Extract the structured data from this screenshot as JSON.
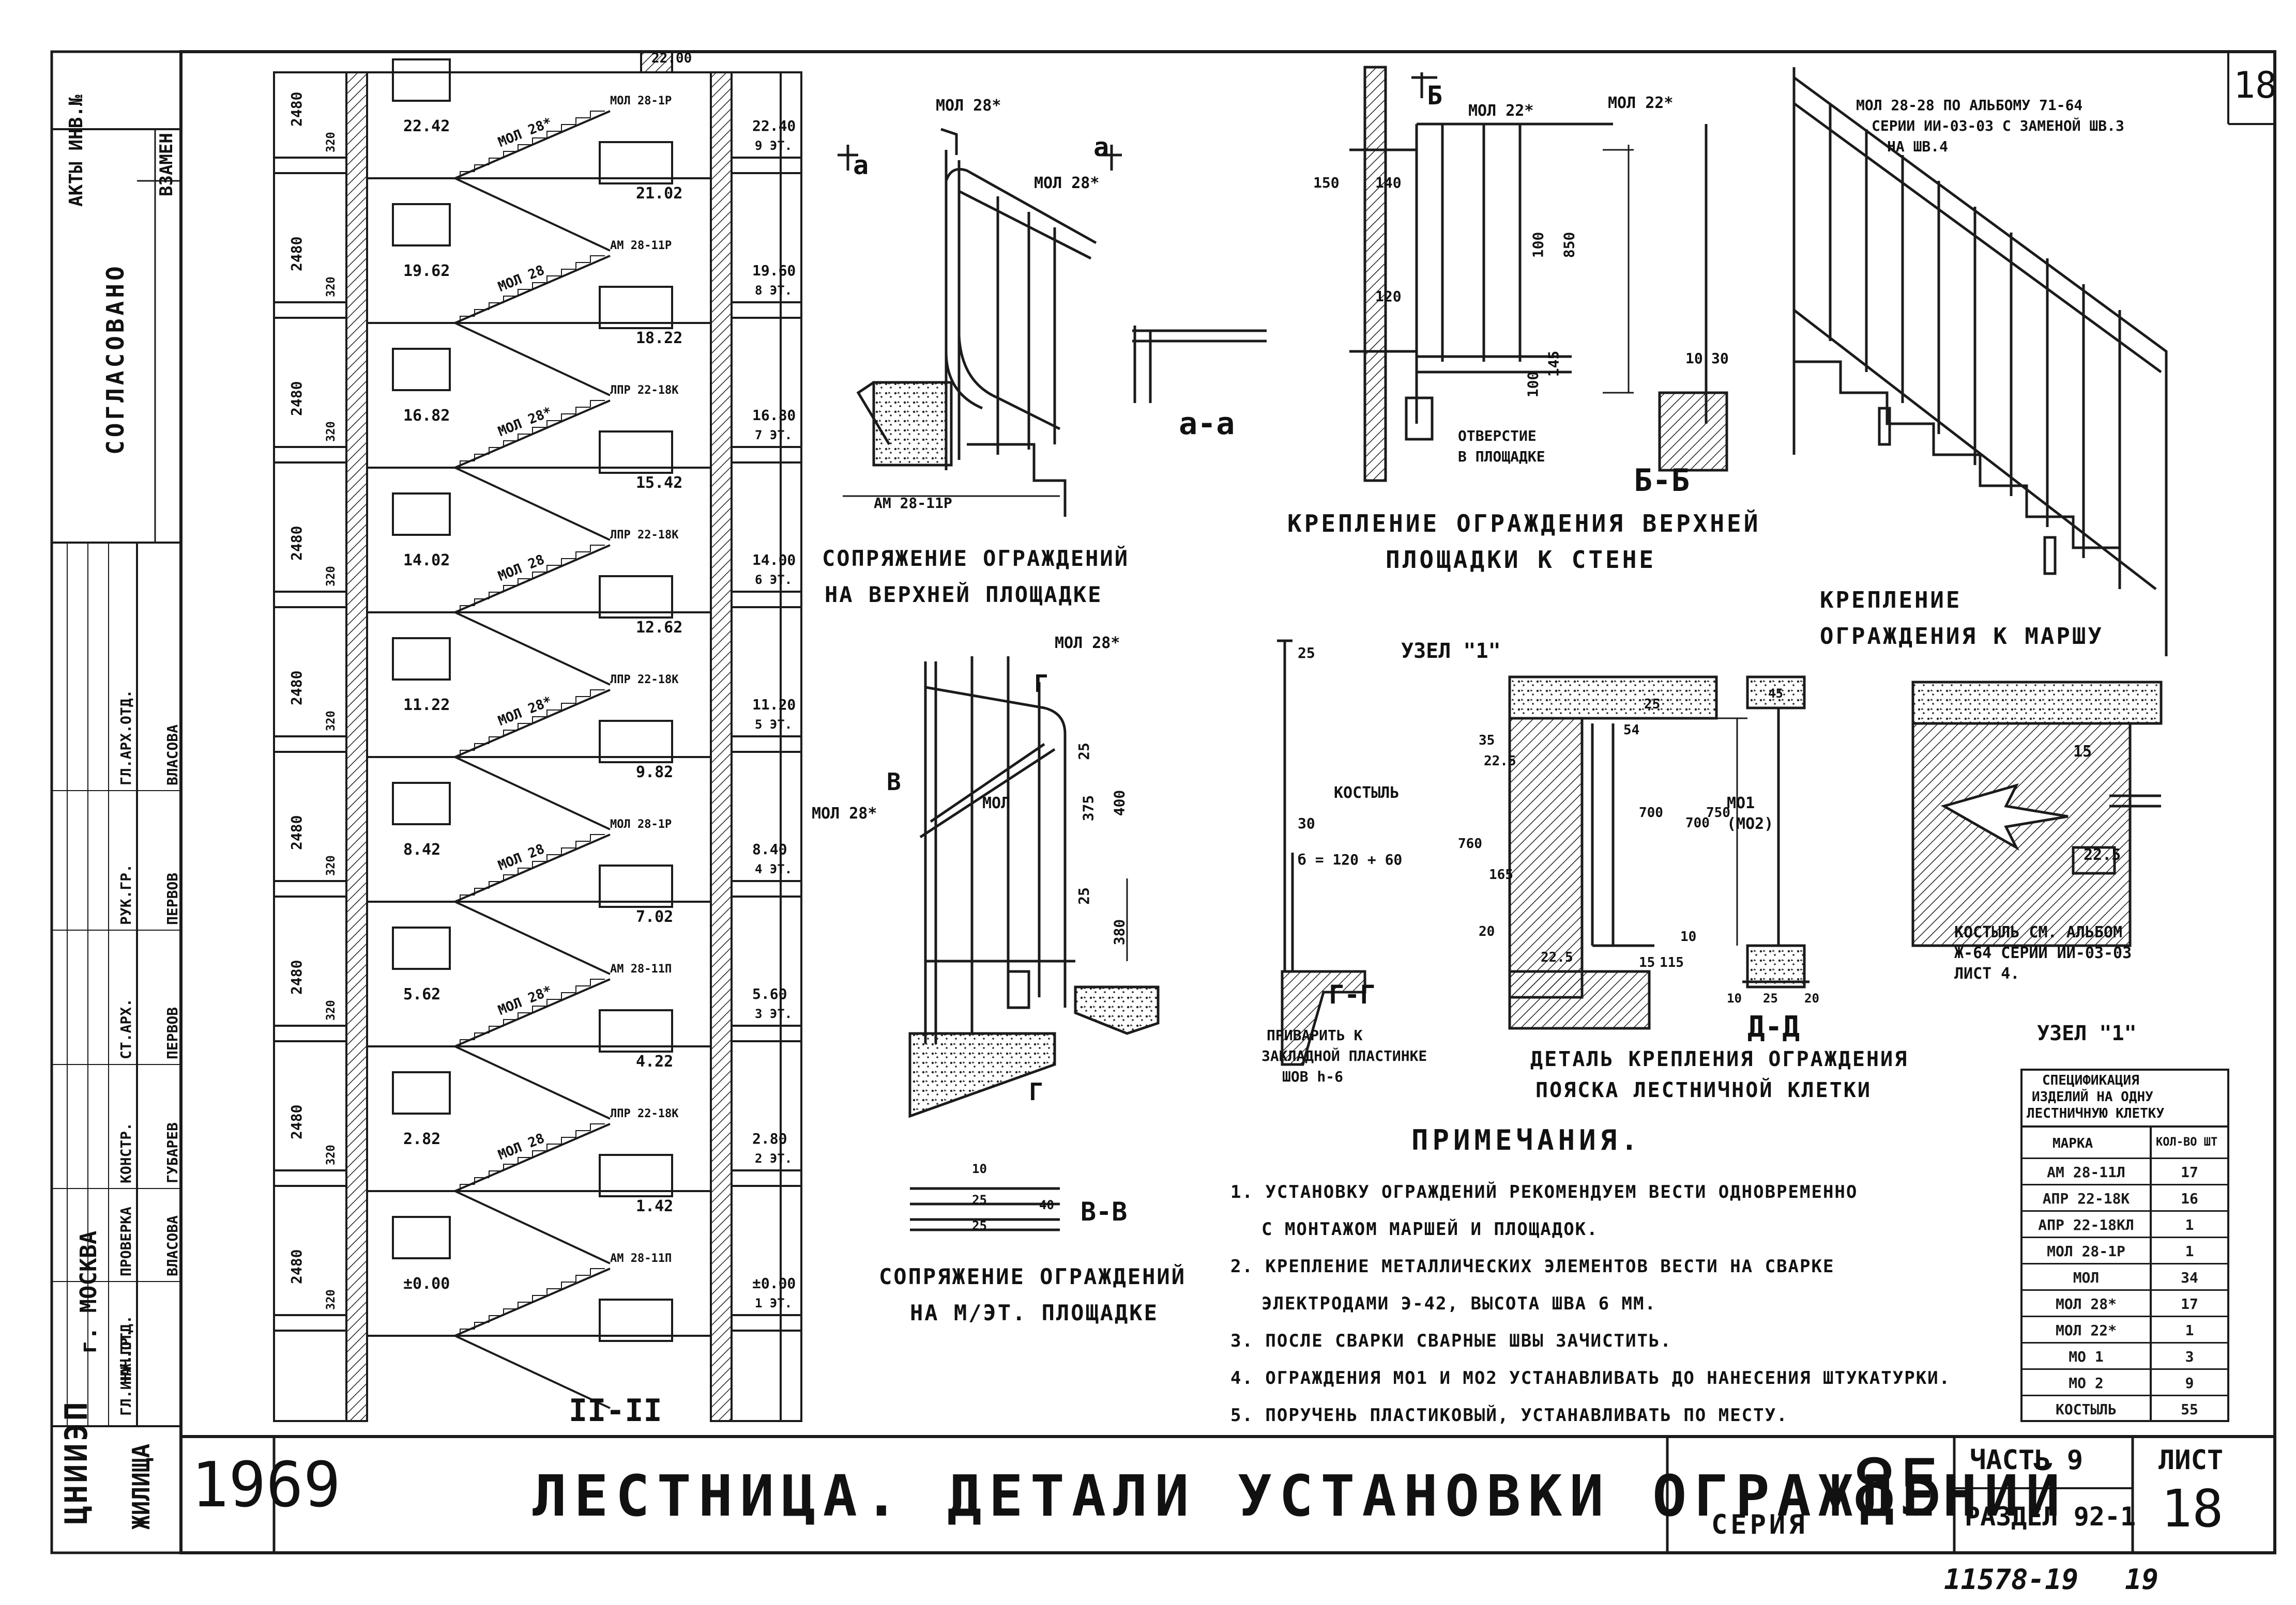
{
  "sheet": {
    "title": "ЛЕСТНИЦА. ДЕТАЛИ УСТАНОВКИ ОГРАЖДЕНИЙ",
    "year": "1969",
    "org": "ЦНИИЭП",
    "seria_label": "СЕРИЯ",
    "seria_value": "85",
    "part_label": "ЧАСТЬ 9",
    "section_label": "РАЗДЕЛ 92-1",
    "sheet_label": "ЛИСТ",
    "sheet_value": "18",
    "sheet_corner": "18",
    "archive_no": "11578-19",
    "archive_page": "19",
    "city": "г. МОСКВА",
    "org_sub": "ЖИЛИЩА"
  },
  "sidebar": {
    "acts": "АКТЫ ИНВ.№",
    "vzamen": "ВЗАМЕН",
    "soglasovano": "СОГЛАСОВАНО",
    "rows": [
      {
        "role": "ГЛ.АРХ.ОТД.",
        "name": "ВЛАСОВА"
      },
      {
        "role": "РУК.ГР.",
        "name": "ПЕРВОВ"
      },
      {
        "role": "СТ.АРХ.",
        "name": "ПЕРВОВ"
      },
      {
        "role": "КОНСТР.",
        "name": "ГУБАРЕВ"
      },
      {
        "role": "ПРОВЕРКА",
        "name": "ВЛАСОВА"
      },
      {
        "role": "НАЧ.ОТД.",
        "name": ""
      },
      {
        "role": "ГЛ.ИНЖ.ПР.",
        "name": ""
      }
    ]
  },
  "section_II": {
    "label": "II-II",
    "top_mark": "22.00",
    "floor_height": "2480",
    "slab": "320",
    "left_marks": [
      "22.42",
      "19.62",
      "16.82",
      "14.02",
      "11.22",
      "8.42",
      "5.62",
      "2.82",
      "±0.00"
    ],
    "mid_marks": [
      "21.02",
      "18.22",
      "15.42",
      "12.62",
      "9.82",
      "7.02",
      "4.22",
      "1.42"
    ],
    "right_marks": [
      "22.40",
      "19.60",
      "16.80",
      "14.00",
      "11.20",
      "8.40",
      "5.60",
      "2.80",
      "±0.00"
    ],
    "floor_labels": [
      "9 ЭТ.",
      "8 ЭТ.",
      "7 ЭТ.",
      "6 ЭТ.",
      "5 ЭТ.",
      "4 ЭТ.",
      "3 ЭТ.",
      "2 ЭТ.",
      "1 ЭТ."
    ],
    "flight_tags": [
      "МОЛ 28*",
      "МОЛ 28",
      "МОЛ 28*",
      "МОЛ 28",
      "МОЛ 28*",
      "МОЛ 28",
      "МОЛ 28*",
      "МОЛ 28"
    ],
    "element_tags": [
      "МОЛ 28-1Р",
      "АМ 28-11Р",
      "ЛПР 22-18К",
      "ЛПР 22-18К",
      "ЛПР 22-18К",
      "МОЛ 28-1Р",
      "АМ 28-11П",
      "ЛПР 22-18К",
      "АМ 28-11П"
    ]
  },
  "detail_a": {
    "caption_1": "СОПРЯЖЕНИЕ ОГРАЖДЕНИЙ",
    "caption_2": "НА ВЕРХНЕЙ ПЛОЩАДКЕ",
    "tags": [
      "МОЛ 28*",
      "МОЛ 28*",
      "АМ 28-11Р"
    ],
    "section_label": "а-а",
    "cut_label": "а"
  },
  "detail_b": {
    "caption_1": "КРЕПЛЕНИЕ ОГРАЖДЕНИЯ ВЕРХНЕЙ",
    "caption_2": "ПЛОЩАДКИ К СТЕНЕ",
    "tags": [
      "МОЛ 22*",
      "МОЛ 22*"
    ],
    "dims": [
      "150",
      "140",
      "120",
      "100",
      "850",
      "100",
      "145",
      "10",
      "30"
    ],
    "note_1": "ОТВЕРСТИЕ",
    "note_2": "В ПЛОЩАДКЕ",
    "section_label": "Б-Б",
    "cut_label": "Б"
  },
  "detail_flight": {
    "caption_1": "КРЕПЛЕНИЕ",
    "caption_2": "ОГРАЖДЕНИЯ К МАРШУ",
    "note_1": "МОЛ 28-28 ПО АЛЬБОМУ 71-64",
    "note_2": "СЕРИИ ИИ-03-03 С ЗАМЕНОЙ ШВ.З",
    "note_3": "НА ШВ.4"
  },
  "detail_v": {
    "caption_1": "СОПРЯЖЕНИЕ ОГРАЖДЕНИЙ",
    "caption_2": "НА М/ЭТ. ПЛОЩАДКЕ",
    "tags": [
      "МОЛ 28*",
      "МОЛ 28*",
      "МОЛ"
    ],
    "dims": [
      "25",
      "375",
      "400",
      "25",
      "380"
    ],
    "section_label": "В-В",
    "cut_label": "В",
    "cut_label_2": "Г",
    "small_dims": [
      "10",
      "25",
      "25",
      "40"
    ]
  },
  "detail_g": {
    "tag": "КОСТЫЛЬ",
    "dim_1": "25",
    "dim_2": "30",
    "bar": "б = 120 + 60",
    "section_label": "Г-Г",
    "note_1": "ПРИВАРИТЬ К",
    "note_2": "ЗАКЛАДНОЙ ПЛАСТИНКЕ",
    "note_3": "ШОВ h-6"
  },
  "node_1": {
    "title": "УЗЕЛ \"1\"",
    "dims": [
      "35",
      "22.5",
      "700",
      "165",
      "760",
      "20",
      "22.5",
      "54",
      "25",
      "700",
      "750",
      "15",
      "115",
      "10"
    ],
    "caption_1": "ДЕТАЛЬ КРЕПЛЕНИЯ ОГРАЖДЕНИЯ",
    "caption_2": "ПОЯСКА ЛЕСТНИЧНОЙ КЛЕТКИ"
  },
  "detail_d": {
    "tag_1": "МО1",
    "tag_2": "(МО2)",
    "dims": [
      "10",
      "25",
      "20",
      "45"
    ],
    "section_label": "Д-Д"
  },
  "node_1b": {
    "title": "УЗЕЛ \"1\"",
    "dim_1": "22.5",
    "dim_2": "15",
    "note_1": "КОСТЫЛЬ СМ. АЛЬБОМ",
    "note_2": "Ж-64 СЕРИИ ИИ-03-03",
    "note_3": "ЛИСТ 4."
  },
  "notes": {
    "title": "ПРИМЕЧАНИЯ.",
    "items": [
      "1. УСТАНОВКУ ОГРАЖДЕНИЙ РЕКОМЕНДУЕМ ВЕСТИ ОДНОВРЕМЕННО",
      "С МОНТАЖОМ МАРШЕЙ И ПЛОЩАДОК.",
      "2. КРЕПЛЕНИЕ МЕТАЛЛИЧЕСКИХ ЭЛЕМЕНТОВ ВЕСТИ НА СВАРКЕ",
      "ЭЛЕКТРОДАМИ Э-42, ВЫСОТА ШВА 6 ММ.",
      "3. ПОСЛЕ СВАРКИ СВАРНЫЕ ШВЫ ЗАЧИСТИТЬ.",
      "4. ОГРАЖДЕНИЯ МО1 И МО2 УСТАНАВЛИВАТЬ ДО НАНЕСЕНИЯ ШТУКАТУРКИ.",
      "5. ПОРУЧЕНЬ ПЛАСТИКОВЫЙ, УСТАНАВЛИВАТЬ ПО МЕСТУ."
    ]
  },
  "spec": {
    "title_1": "СПЕЦИФИКАЦИЯ",
    "title_2": "ИЗДЕЛИЙ НА ОДНУ",
    "title_3": "ЛЕСТНИЧНУЮ КЛЕТКУ",
    "col_mark": "МАРКА",
    "col_qty": "КОЛ-ВО ШТ",
    "rows": [
      {
        "mark": "АМ 28-11Л",
        "qty": "17"
      },
      {
        "mark": "АПР 22-18К",
        "qty": "16"
      },
      {
        "mark": "АПР 22-18КЛ",
        "qty": "1"
      },
      {
        "mark": "МОЛ 28-1Р",
        "qty": "1"
      },
      {
        "mark": "МОЛ",
        "qty": "34"
      },
      {
        "mark": "МОЛ 28*",
        "qty": "17"
      },
      {
        "mark": "МОЛ 22*",
        "qty": "1"
      },
      {
        "mark": "МО 1",
        "qty": "3"
      },
      {
        "mark": "МО 2",
        "qty": "9"
      },
      {
        "mark": "КОСТЫЛЬ",
        "qty": "55"
      }
    ]
  }
}
